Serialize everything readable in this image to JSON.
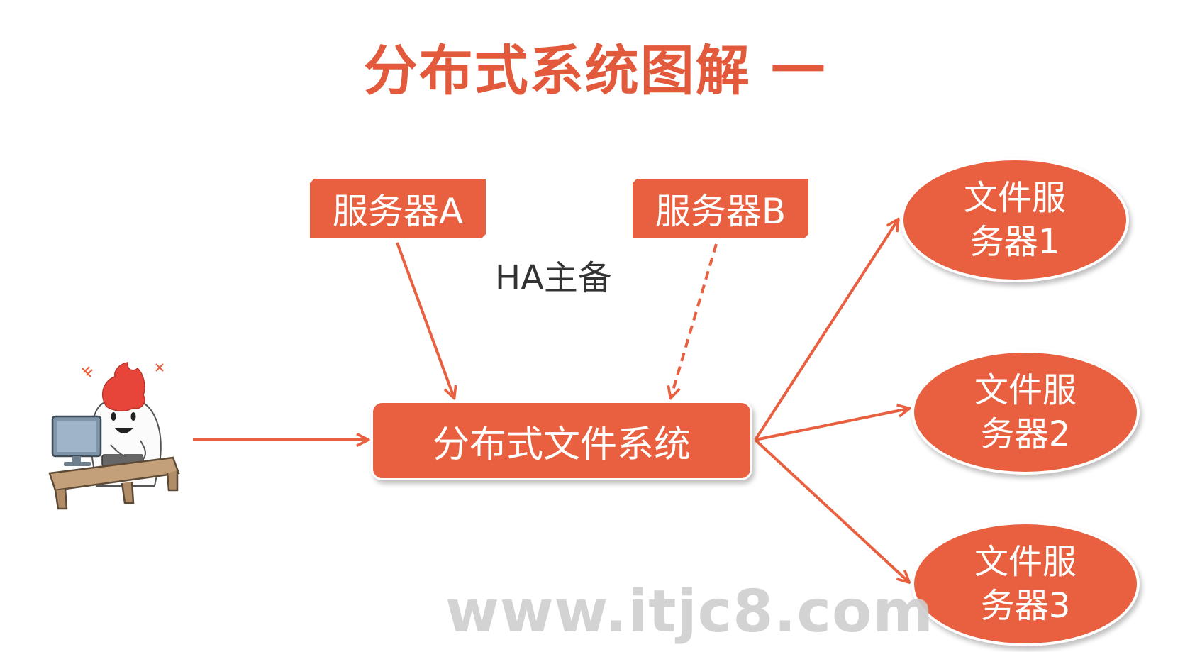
{
  "title": "分布式系统图解 一",
  "nodes": {
    "server_a": "服务器A",
    "server_b": "服务器B",
    "dfs": "分布式文件系统",
    "file_servers": [
      {
        "line1": "文件服",
        "line2": "务器1"
      },
      {
        "line1": "文件服",
        "line2": "务器2"
      },
      {
        "line1": "文件服",
        "line2": "务器3"
      }
    ]
  },
  "labels": {
    "ha": "HA主备"
  },
  "watermark": "www.itjc8.com",
  "colors": {
    "accent": "#e8603f",
    "title": "#e2593c",
    "text_dark": "#333333"
  },
  "icons": {
    "user": "cartoon-user-at-computer-icon"
  }
}
